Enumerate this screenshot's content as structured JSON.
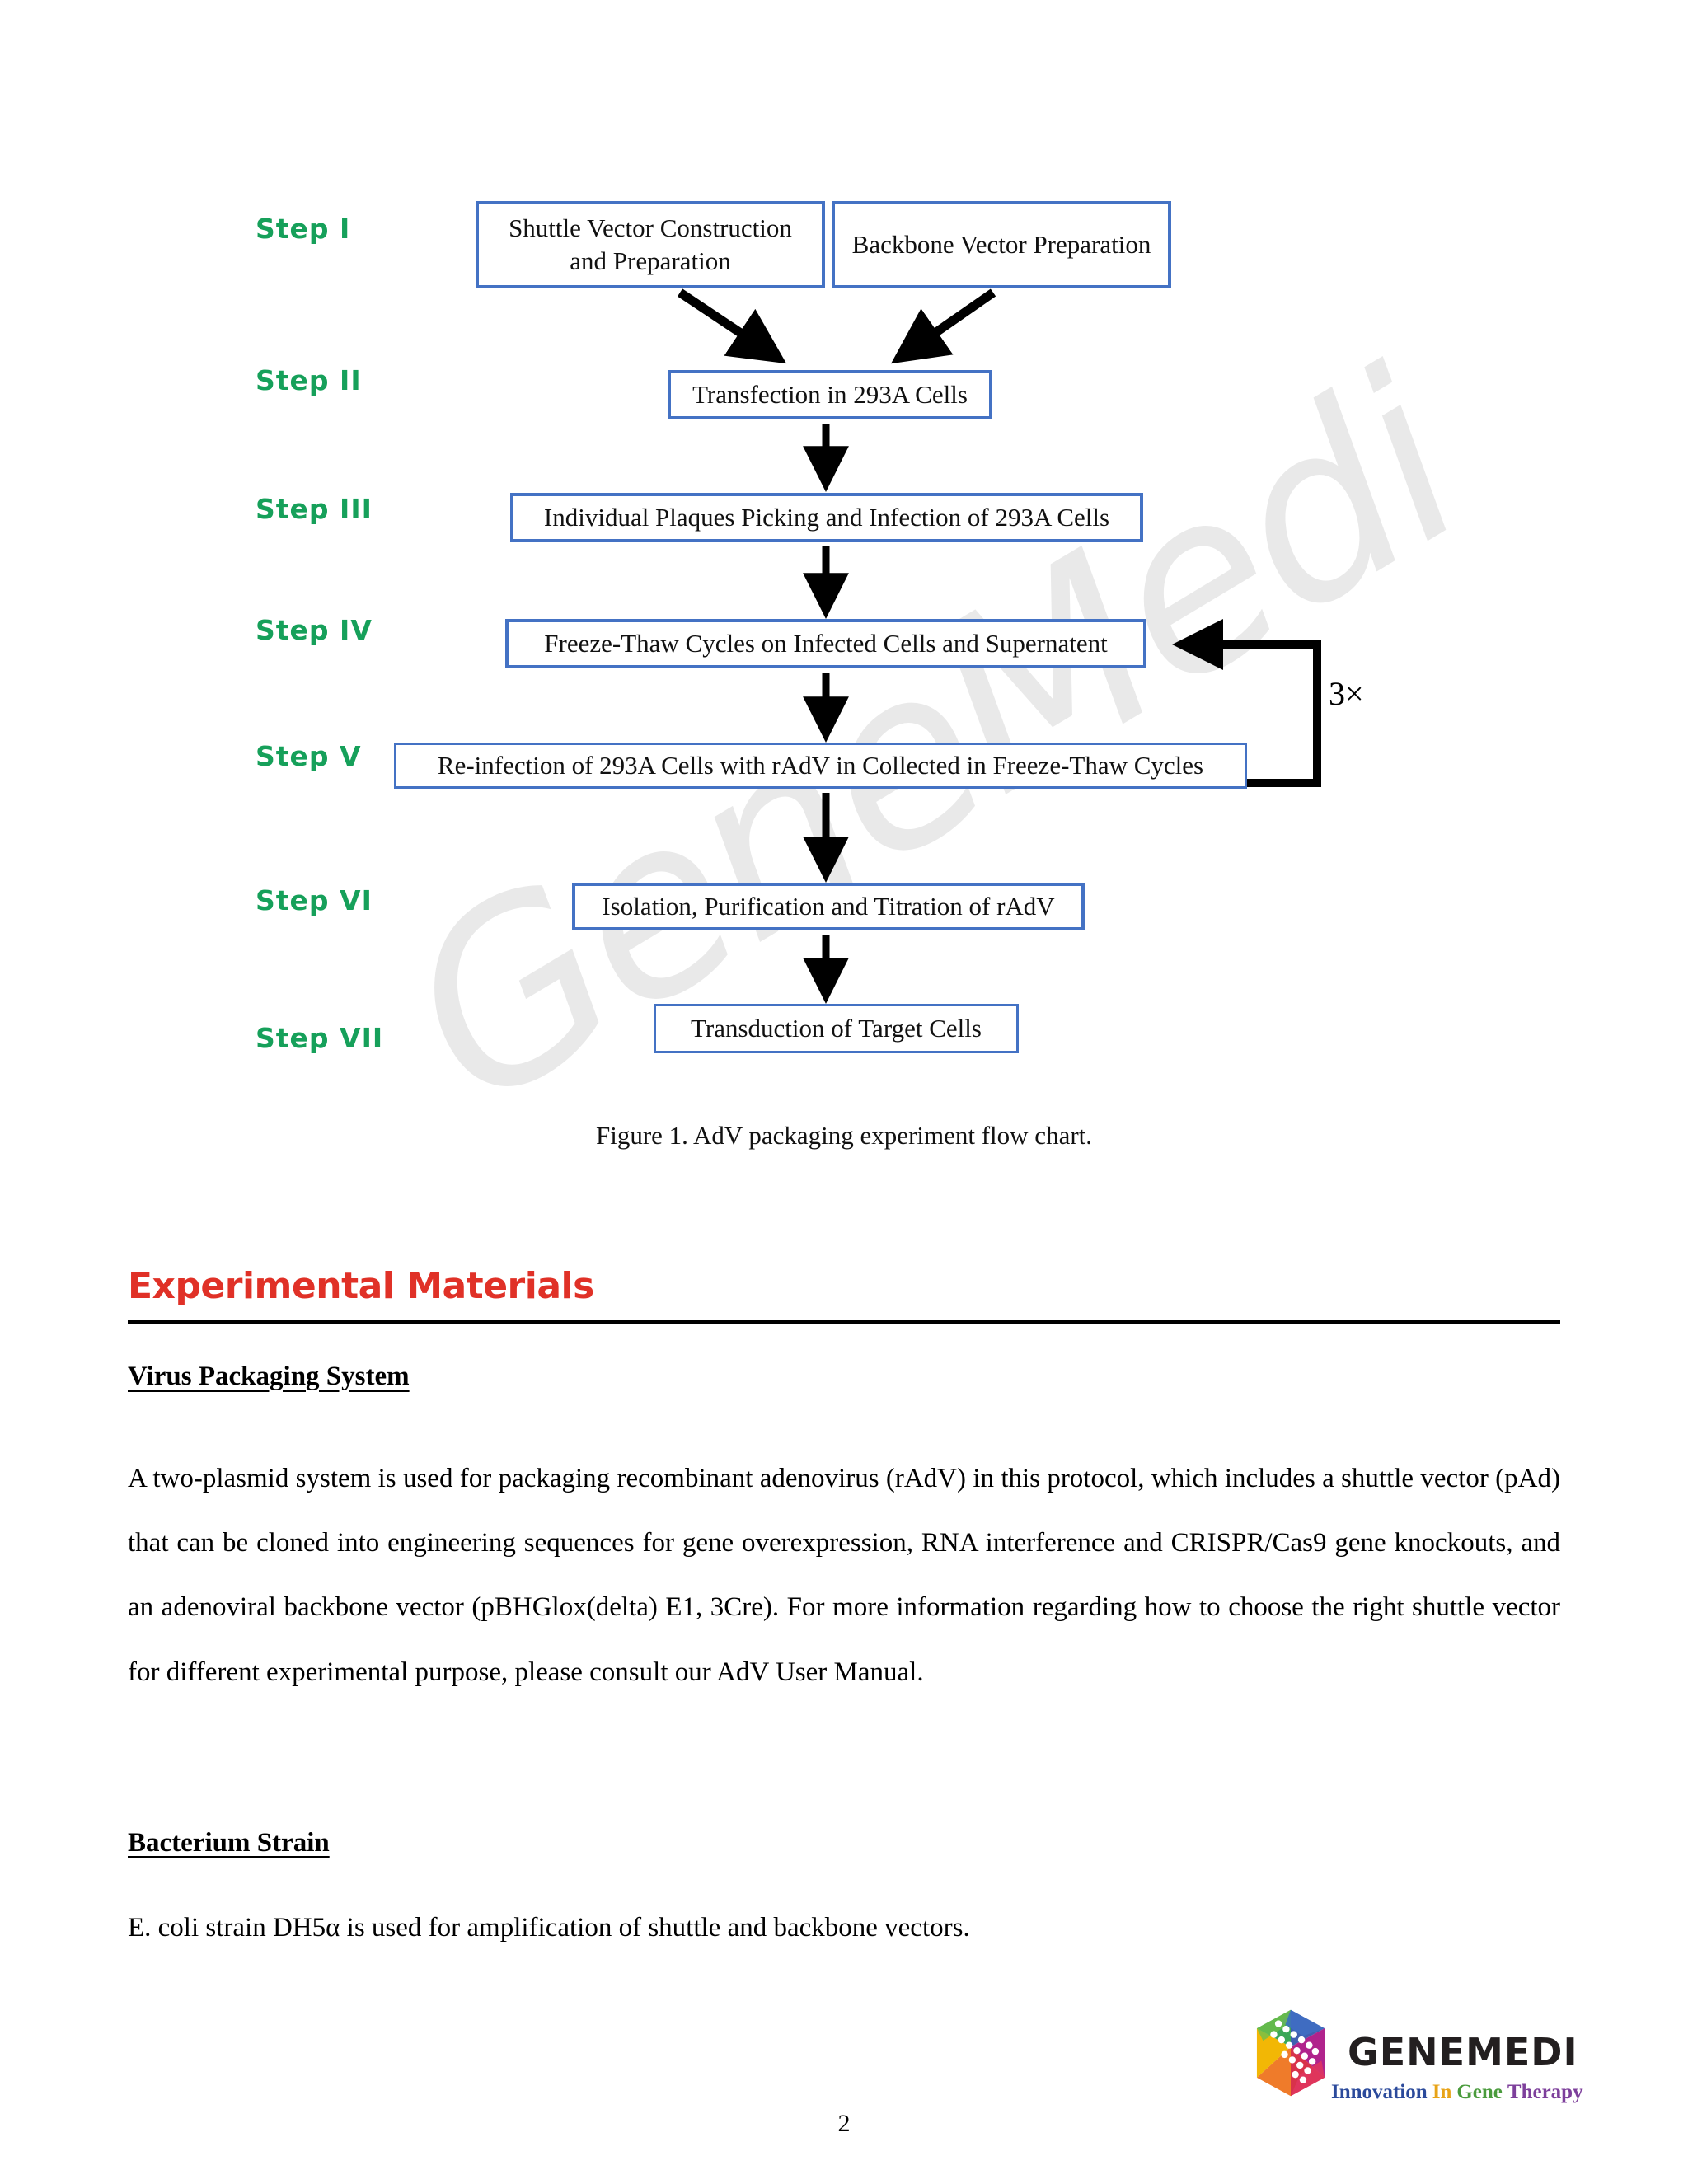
{
  "figure": {
    "caption": "Figure 1. AdV packaging experiment flow chart.",
    "loop_label": "3×",
    "steps": [
      {
        "label": "Step  I"
      },
      {
        "label": "Step  II"
      },
      {
        "label": "Step III"
      },
      {
        "label": "Step IV"
      },
      {
        "label": "Step  V"
      },
      {
        "label": "Step VI"
      },
      {
        "label": "Step VII"
      }
    ],
    "boxes": {
      "shuttle_vector": "Shuttle Vector Construction and Preparation",
      "backbone_vector": "Backbone Vector Preparation",
      "transfection": "Transfection in 293A Cells",
      "plaques": "Individual Plaques Picking and Infection of 293A Cells",
      "freeze_thaw": "Freeze-Thaw Cycles on Infected Cells and Supernatent",
      "reinfection": "Re-infection of 293A Cells with rAdV in Collected in Freeze-Thaw Cycles",
      "isolation": "Isolation, Purification and Titration of rAdV",
      "transduction": "Transduction of Target Cells"
    },
    "colors": {
      "step_label": "#16a05a",
      "box_border": "#4472c4"
    }
  },
  "document": {
    "section_title": "Experimental Materials",
    "section_title_color": "#e03127",
    "subsections": [
      {
        "heading": "Virus Packaging System",
        "paragraph": "A two-plasmid system is used for packaging recombinant adenovirus (rAdV) in this protocol, which includes a shuttle vector (pAd) that can be cloned into engineering sequences for gene overexpression, RNA interference and CRISPR/Cas9 gene knockouts, and an adenoviral backbone vector (pBHGlox(delta) E1, 3Cre). For more information regarding how to choose the right shuttle vector for different experimental purpose, please consult our AdV User Manual."
      },
      {
        "heading": "Bacterium Strain",
        "paragraph": "E. coli strain DH5α is used for amplification of shuttle and backbone vectors."
      }
    ]
  },
  "watermark": {
    "text": "GeneMedi"
  },
  "footer": {
    "page_number": "2",
    "logo": {
      "wordmark": "GENEMEDI",
      "tagline": [
        {
          "word": "Innovation",
          "color": "#2b4a9b"
        },
        {
          "word": "In",
          "color": "#e8a317"
        },
        {
          "word": "Gene",
          "color": "#4a9b3c"
        },
        {
          "word": "Therapy",
          "color": "#7d3f9b"
        }
      ]
    }
  }
}
